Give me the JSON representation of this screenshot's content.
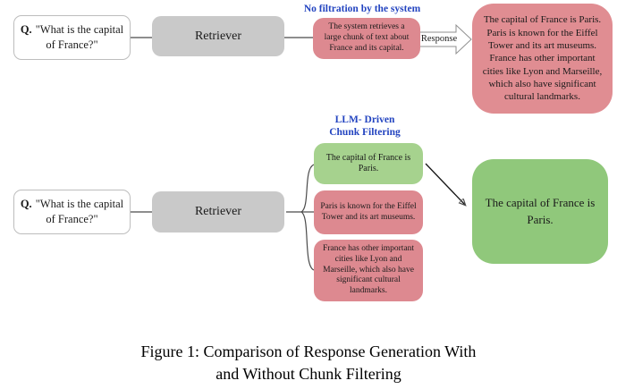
{
  "figure": {
    "caption_line1": "Figure 1: Comparison of Response Generation With",
    "caption_line2": "and Without Chunk Filtering"
  },
  "top_flow": {
    "label": "No filtration by the system",
    "question": {
      "prefix": "Q.",
      "text": "\"What is the capital of France?\""
    },
    "retriever_label": "Retriever",
    "retrieved_chunk": "The system retrieves a large chunk of text about France and its capital.",
    "response_arrow_label": "Response",
    "output_text": "The capital of France is Paris. Paris is known for the Eiffel Tower and its art museums. France has other important cities like Lyon and Marseille, which also have significant cultural landmarks."
  },
  "bottom_flow": {
    "label_line1": "LLM- Driven",
    "label_line2": "Chunk Filtering",
    "question": {
      "prefix": "Q.",
      "text": "\"What is the capital of France?\""
    },
    "retriever_label": "Retriever",
    "chunks": [
      {
        "text": "The capital of France is Paris.",
        "color": "green"
      },
      {
        "text": "Paris is known for the Eiffel Tower and its art museums.",
        "color": "pink"
      },
      {
        "text": "France has other important cities like Lyon and Marseille, which also have significant cultural landmarks.",
        "color": "pink"
      }
    ],
    "output_text": "The capital of France is Paris."
  },
  "colors": {
    "chunk_pink": "#dd8990",
    "chunk_green": "#a6d28e",
    "output_pink": "#e08d92",
    "output_green": "#90c87b",
    "retriever_gray": "#c9c9c9",
    "label_blue": "#2344c0"
  }
}
